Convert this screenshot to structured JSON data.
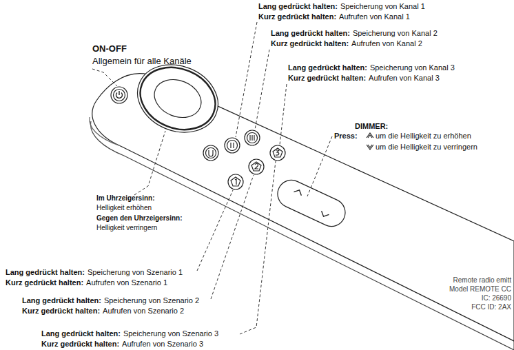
{
  "diagram": {
    "labels": [
      "Lang gedrückt halten:",
      "Speicherung von Kanal 1",
      "Kurz gedrückt halten:",
      "Aufrufen von Kanal 1",
      "Lang gedrückt halten:",
      "Speicherung von Kanal 2",
      "Kurz gedrückt halten:",
      "Aufrufen von Kanal 2",
      "Lang gedrückt halten:",
      "Speicherung von Kanal 3",
      "Kurz gedrückt halten:",
      "Aufrufen von Kanal 3",
      "ON-OFF",
      "Allgemein für alle Kanäle",
      "DIMMER:",
      "Press:",
      "um die Helligkeit zu erhöhen",
      "um die Helligkeit zu verringern",
      "Im Uhrzeigersinn:",
      "Helligkeit erhöhen",
      "Gegen den Uhrzeigersinn:",
      "Helligkeit verringern",
      "Lang gedrückt halten:",
      "Speicherung von Szenario 1",
      "Kurz gedrückt halten:",
      "Aufrufen von Szenario 1",
      "Lang gedrückt halten:",
      "Speicherung von Szenario 2",
      "Kurz gedrückt halten:",
      "Aufrufen von Szenario 2",
      "Lang gedrückt halten:",
      "Speicherung von Szenario 3",
      "Kurz gedrückt halten:",
      "Aufrufen von Szenario 3",
      "Remote radio emitt",
      "Model REMOTE CC",
      "IC: 26690",
      "FCC ID: 2AX"
    ]
  }
}
